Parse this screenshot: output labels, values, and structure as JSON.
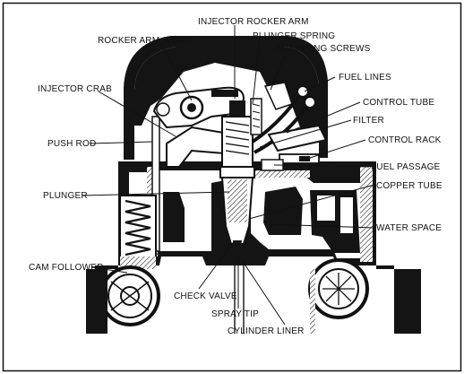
{
  "labels": {
    "injector_rocker_arm": "INJECTOR ROCKER ARM",
    "rocker_arm_shaft": "ROCKER ARM SHAFT",
    "plunger_spring": "PLUNGER SPRING",
    "adjusting_screws": "ADJUSTING SCREWS",
    "fuel_lines": "FUEL LINES",
    "injector_crab": "INJECTOR CRAB",
    "control_tube": "CONTROL TUBE",
    "filter": "FILTER",
    "push_rod": "PUSH ROD",
    "control_rack": "CONTROL RACK",
    "fuel_passage": "FUEL PASSAGE",
    "copper_tube": "COPPER TUBE",
    "plunger": "PLUNGER",
    "water_space": "WATER SPACE",
    "cam_follower": "CAM FOLLOWER",
    "check_valve": "CHECK VALVE",
    "spray_tip": "SPRAY TIP",
    "cylinder_liner": "CYLINDER LINER"
  }
}
